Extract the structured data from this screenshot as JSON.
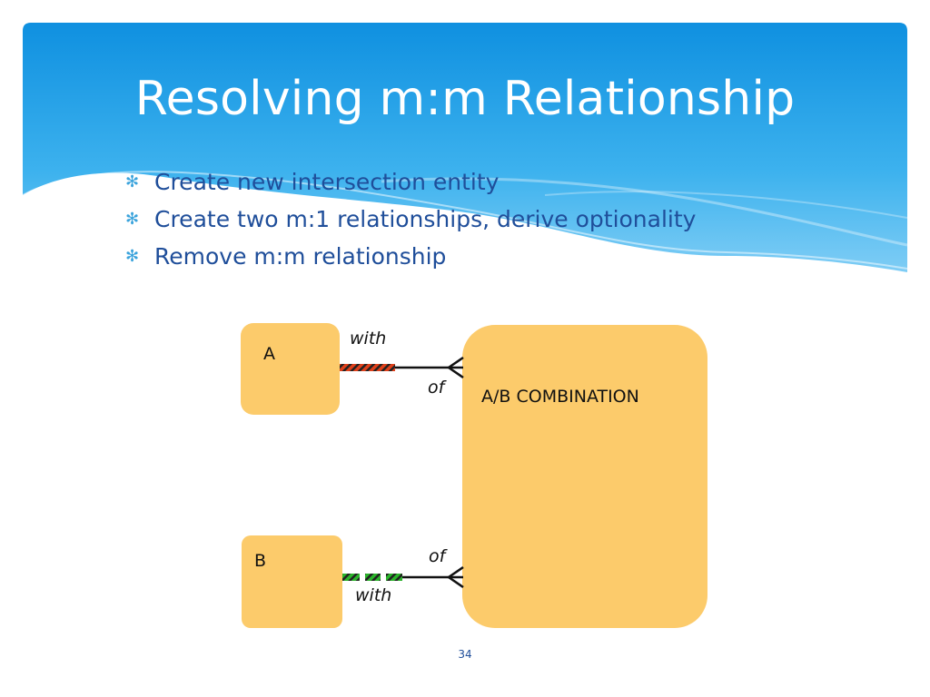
{
  "slide": {
    "title": "Resolving m:m Relationship",
    "page_number": "34"
  },
  "bullets": [
    "Create new intersection entity",
    "Create two m:1 relationships, derive optionality",
    "Remove m:m relationship"
  ],
  "diagram": {
    "entity_a": "A",
    "entity_b": "B",
    "entity_ab": "A/B COMBINATION",
    "rel_a_top": "with",
    "rel_a_bottom": "of",
    "rel_b_top": "of",
    "rel_b_bottom": "with",
    "colors": {
      "entity_fill": "#fccb6b",
      "stripe_a": "#e0401a",
      "stripe_b": "#2bb52b",
      "header_blue": "#1fa0e6",
      "text_blue": "#1f4e9a"
    }
  }
}
